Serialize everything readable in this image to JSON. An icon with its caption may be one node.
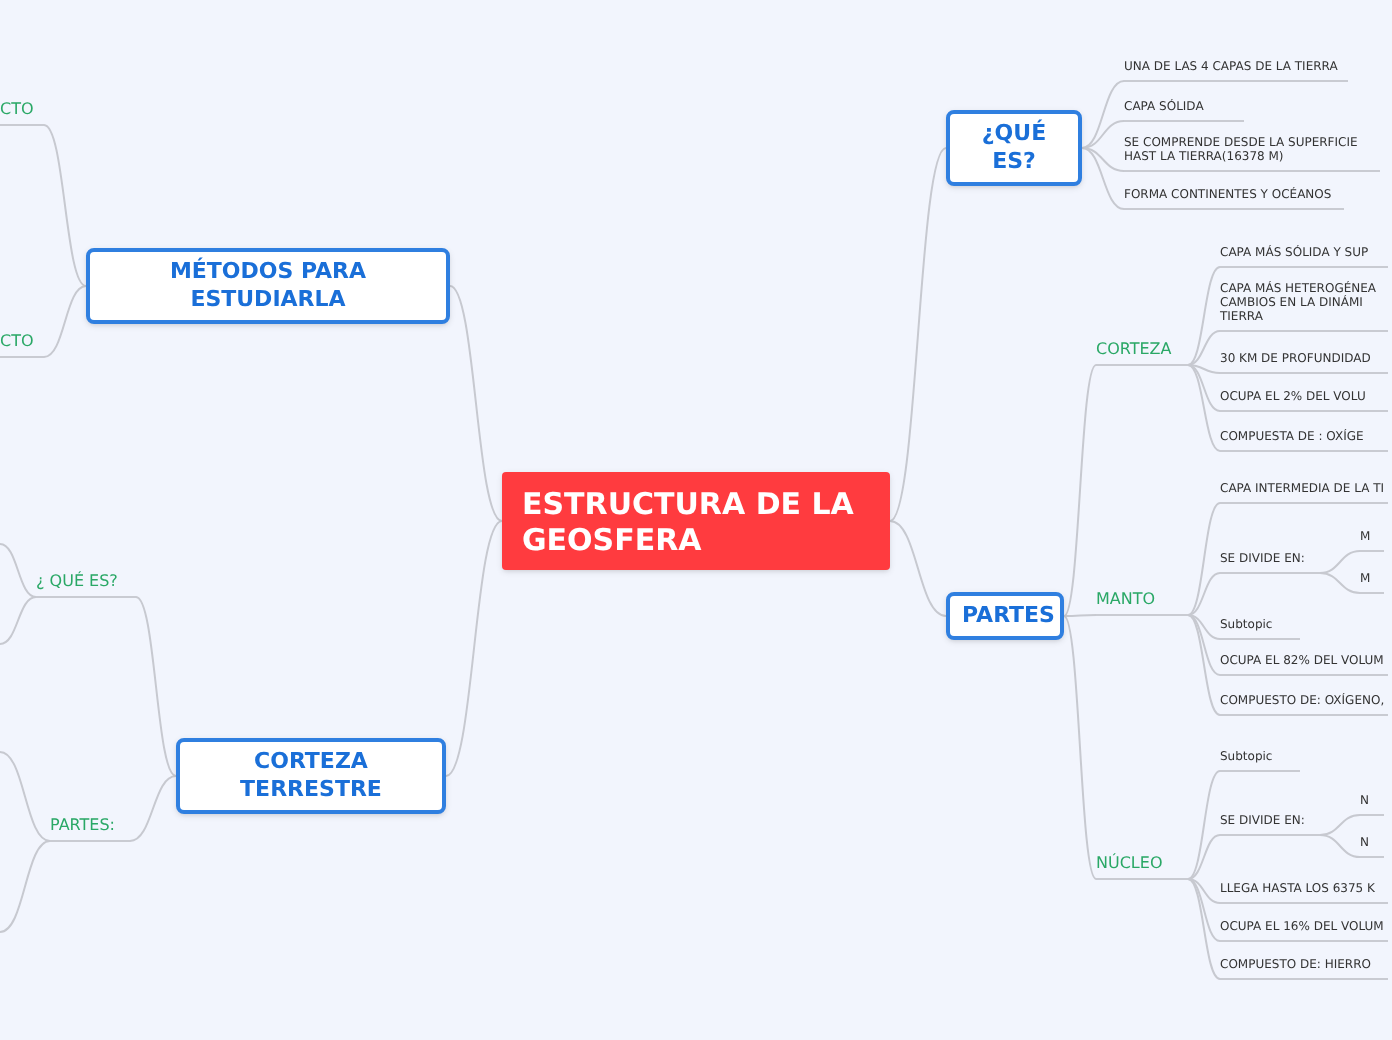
{
  "diagram": {
    "nodes": [
      {
        "text": [
          "ESTRUCTURA DE LA GEOSFERA"
        ]
      },
      {
        "text": [
          "¿QUÉ ES?"
        ]
      },
      {
        "text": [
          "PARTES"
        ]
      },
      {
        "text": [
          "MÉTODOS PARA ESTUDIARLA"
        ]
      },
      {
        "text": [
          "CORTEZA TERRESTRE"
        ]
      },
      {
        "text": [
          "UNA DE LAS 4 CAPAS DE LA TIERRA"
        ]
      },
      {
        "text": [
          "CAPA SÓLIDA"
        ]
      },
      {
        "text": [
          "SE COMPRENDE DESDE LA SUPERFICIE HAST LA TIERRA(16378 M)"
        ]
      },
      {
        "text": [
          "FORMA CONTINENTES Y OCÉANOS"
        ]
      },
      {
        "text": [
          "CORTEZA"
        ]
      },
      {
        "text": [
          "CAPA MÁS SÓLIDA Y SUP"
        ]
      },
      {
        "text": [
          "CAPA MÁS HETEROGÉNEA CAMBIOS EN LA DINÁMI TIERRA"
        ]
      },
      {
        "text": [
          "30 KM DE PROFUNDIDAD"
        ]
      },
      {
        "text": [
          "OCUPA EL 2% DEL VOLU"
        ]
      },
      {
        "text": [
          "COMPUESTA DE : OXÍGE"
        ]
      },
      {
        "text": [
          "MANTO"
        ]
      },
      {
        "text": [
          "CAPA INTERMEDIA DE LA TI"
        ]
      },
      {
        "text": [
          "SE DIVIDE EN:"
        ]
      },
      {
        "text": [
          "M"
        ]
      },
      {
        "text": [
          "M"
        ]
      },
      {
        "text": [
          "Subtopic"
        ]
      },
      {
        "text": [
          "OCUPA EL 82% DEL VOLUM"
        ]
      },
      {
        "text": [
          "COMPUESTO DE: OXÍGENO,"
        ]
      },
      {
        "text": [
          "NÚCLEO"
        ]
      },
      {
        "text": [
          "Subtopic"
        ]
      },
      {
        "text": [
          "SE DIVIDE EN:"
        ]
      },
      {
        "text": [
          "N"
        ]
      },
      {
        "text": [
          "N"
        ]
      },
      {
        "text": [
          "LLEGA HASTA LOS 6375 K"
        ]
      },
      {
        "text": [
          "OCUPA EL 16% DEL VOLUM"
        ]
      },
      {
        "text": [
          "COMPUESTO DE: HIERRO"
        ]
      },
      {
        "text": [
          "CTO"
        ]
      },
      {
        "text": [
          "CTO"
        ]
      },
      {
        "text": [
          "¿ QUÉ ES?"
        ]
      },
      {
        "text": [
          "PARTES:"
        ]
      }
    ],
    "edges": [
      {
        "from": 0,
        "to": 1,
        "arrow": "none"
      },
      {
        "from": 0,
        "to": 2,
        "arrow": "none"
      },
      {
        "from": 0,
        "to": 3,
        "arrow": "none"
      },
      {
        "from": 0,
        "to": 4,
        "arrow": "none"
      },
      {
        "from": 1,
        "to": 5,
        "arrow": "none"
      },
      {
        "from": 1,
        "to": 6,
        "arrow": "none"
      },
      {
        "from": 1,
        "to": 7,
        "arrow": "none"
      },
      {
        "from": 1,
        "to": 8,
        "arrow": "none"
      },
      {
        "from": 2,
        "to": 9,
        "arrow": "none"
      },
      {
        "from": 2,
        "to": 15,
        "arrow": "none"
      },
      {
        "from": 2,
        "to": 23,
        "arrow": "none"
      },
      {
        "from": 9,
        "to": 10,
        "arrow": "none"
      },
      {
        "from": 9,
        "to": 11,
        "arrow": "none"
      },
      {
        "from": 9,
        "to": 12,
        "arrow": "none"
      },
      {
        "from": 9,
        "to": 13,
        "arrow": "none"
      },
      {
        "from": 9,
        "to": 14,
        "arrow": "none"
      },
      {
        "from": 15,
        "to": 16,
        "arrow": "none"
      },
      {
        "from": 15,
        "to": 17,
        "arrow": "none"
      },
      {
        "from": 17,
        "to": 18,
        "arrow": "none"
      },
      {
        "from": 17,
        "to": 19,
        "arrow": "none"
      },
      {
        "from": 15,
        "to": 20,
        "arrow": "none"
      },
      {
        "from": 15,
        "to": 21,
        "arrow": "none"
      },
      {
        "from": 15,
        "to": 22,
        "arrow": "none"
      },
      {
        "from": 23,
        "to": 24,
        "arrow": "none"
      },
      {
        "from": 23,
        "to": 25,
        "arrow": "none"
      },
      {
        "from": 25,
        "to": 26,
        "arrow": "none"
      },
      {
        "from": 25,
        "to": 27,
        "arrow": "none"
      },
      {
        "from": 23,
        "to": 28,
        "arrow": "none"
      },
      {
        "from": 23,
        "to": 29,
        "arrow": "none"
      },
      {
        "from": 23,
        "to": 30,
        "arrow": "none"
      },
      {
        "from": 3,
        "to": 31,
        "arrow": "none"
      },
      {
        "from": 3,
        "to": 32,
        "arrow": "none"
      },
      {
        "from": 4,
        "to": 33,
        "arrow": "none"
      },
      {
        "from": 4,
        "to": 34,
        "arrow": "none"
      },
      {
        "from": 33,
        "to": null,
        "arrow": "none"
      },
      {
        "from": 33,
        "to": null,
        "arrow": "none"
      },
      {
        "from": 34,
        "to": null,
        "arrow": "none"
      },
      {
        "from": 34,
        "to": null,
        "arrow": "none"
      }
    ]
  }
}
